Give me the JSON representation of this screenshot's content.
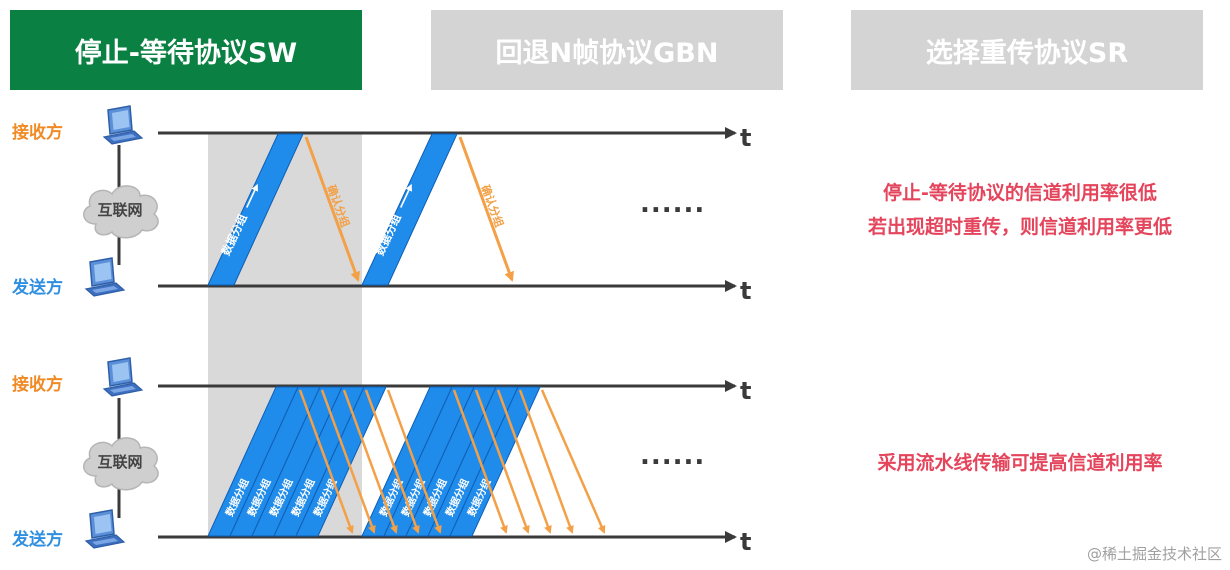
{
  "tabs": [
    {
      "label": "停止-等待协议SW",
      "active": true
    },
    {
      "label": "回退N帧协议GBN",
      "active": false
    },
    {
      "label": "选择重传协议SR",
      "active": false
    }
  ],
  "colors": {
    "active_tab": "#0a8043",
    "inactive_tab": "#d4d4d4",
    "data_packet": "#1f8bea",
    "ack": "#f3a046",
    "receiver_label": "#f08a24",
    "sender_label": "#2f8fe0",
    "note": "#e4455c",
    "shaded_interval": "#d9d9d9"
  },
  "diagram": {
    "receiver_label": "接收方",
    "sender_label": "发送方",
    "network_label": "互联网",
    "time_axis_label": "t",
    "data_packet_label": "数据分组",
    "ack_label": "确认分组",
    "ellipsis": "......",
    "icons": [
      "laptop-icon",
      "cloud-icon"
    ]
  },
  "notes": {
    "sw_line1": "停止-等待协议的信道利用率很低",
    "sw_line2": "若出现超时重传，则信道利用率更低",
    "pipeline": "采用流水线传输可提高信道利用率"
  },
  "watermark": "@稀土掘金技术社区"
}
